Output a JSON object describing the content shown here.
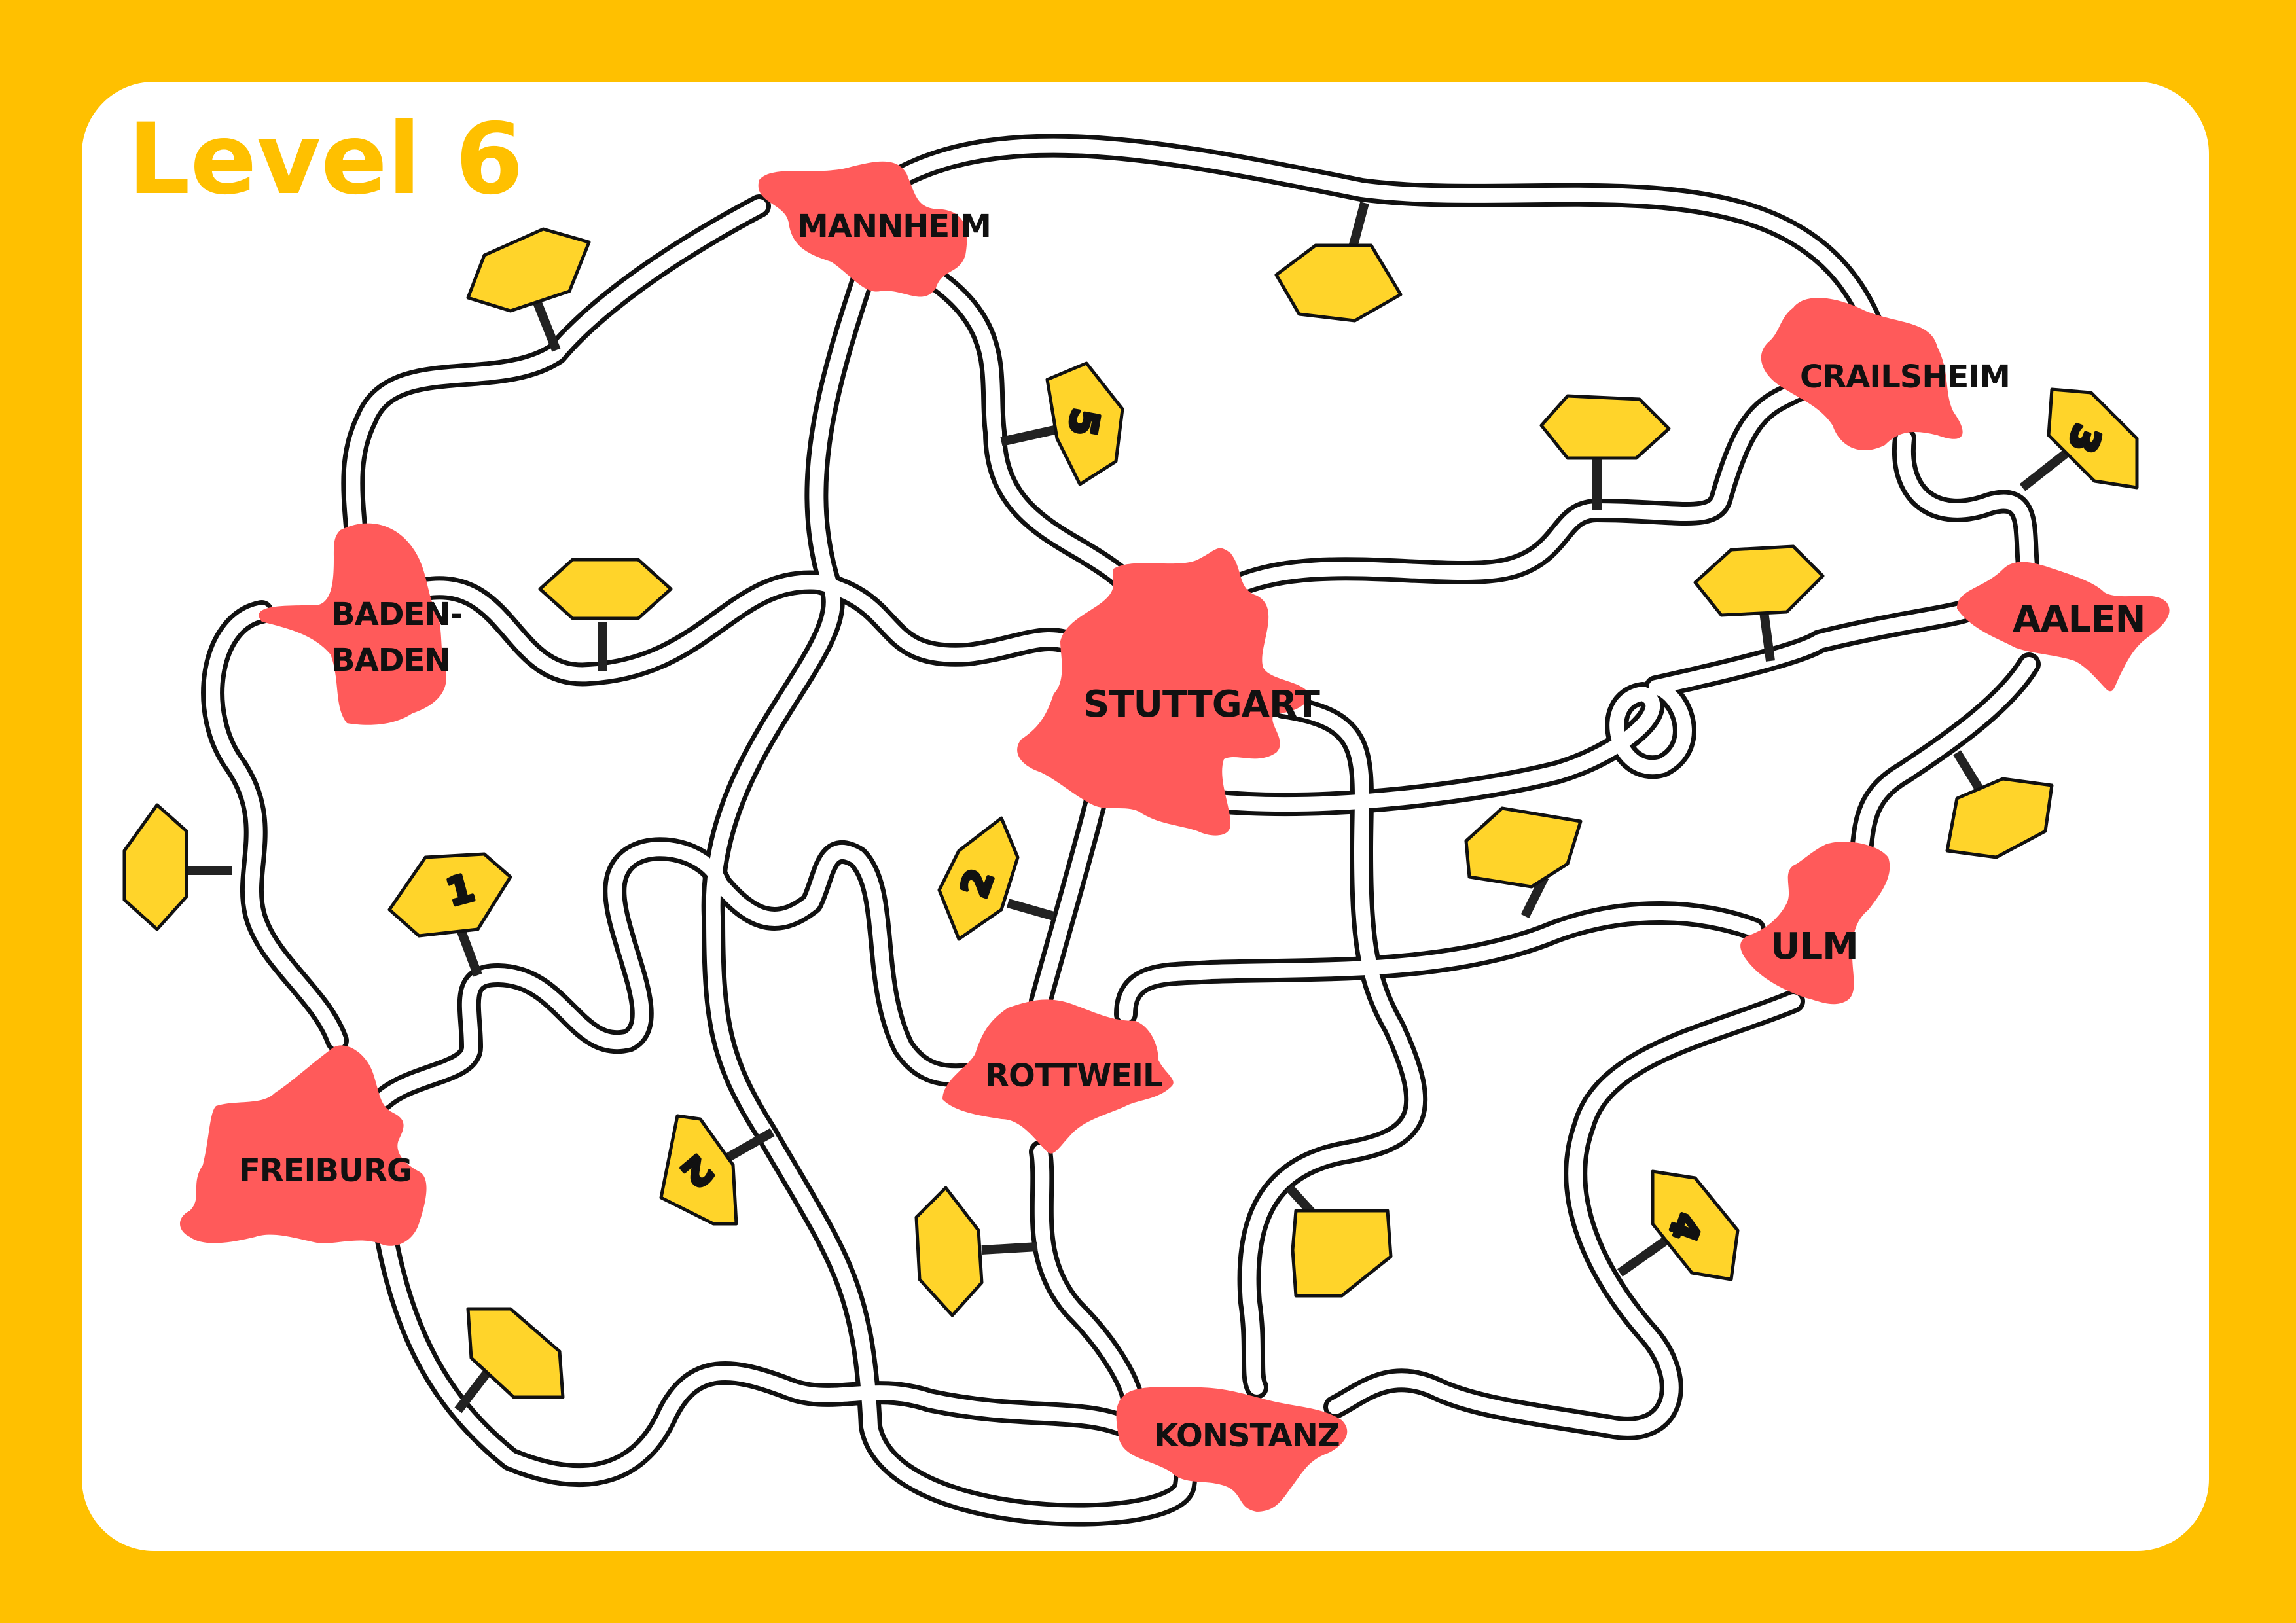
{
  "title": "Level 6",
  "colors": {
    "frame": "#FFC000",
    "board": "#FFFFFF",
    "city": "#FF5A5A",
    "sign_fill": "#FFD42A",
    "sign_stroke": "#111111",
    "road_outline": "#111111",
    "road_fill": "#FFFFFF",
    "title": "#FFC000"
  },
  "cities": [
    {
      "id": "mannheim",
      "label": "MANNHEIM"
    },
    {
      "id": "crailsheim",
      "label": "CRAILSHEIM"
    },
    {
      "id": "baden-baden",
      "label": "BADEN-",
      "label2": "BADEN"
    },
    {
      "id": "stuttgart",
      "label": "STUTTGART"
    },
    {
      "id": "aalen",
      "label": "AALEN"
    },
    {
      "id": "ulm",
      "label": "ULM"
    },
    {
      "id": "rottweil",
      "label": "ROTTWEIL"
    },
    {
      "id": "freiburg",
      "label": "FREIBURG"
    },
    {
      "id": "konstanz",
      "label": "KONSTANZ"
    }
  ],
  "signs": [
    {
      "id": "sign-1",
      "value": "1"
    },
    {
      "id": "sign-2a",
      "value": "2"
    },
    {
      "id": "sign-2b",
      "value": "2"
    },
    {
      "id": "sign-3",
      "value": "3"
    },
    {
      "id": "sign-4",
      "value": "4"
    },
    {
      "id": "sign-5",
      "value": "5"
    },
    {
      "id": "sign-blank-1",
      "value": ""
    },
    {
      "id": "sign-blank-2",
      "value": ""
    },
    {
      "id": "sign-blank-3",
      "value": ""
    },
    {
      "id": "sign-blank-4",
      "value": ""
    },
    {
      "id": "sign-blank-5",
      "value": ""
    },
    {
      "id": "sign-blank-6",
      "value": ""
    },
    {
      "id": "sign-blank-7",
      "value": ""
    },
    {
      "id": "sign-blank-8",
      "value": ""
    },
    {
      "id": "sign-blank-9",
      "value": ""
    },
    {
      "id": "sign-blank-10",
      "value": ""
    },
    {
      "id": "sign-blank-11",
      "value": ""
    }
  ]
}
